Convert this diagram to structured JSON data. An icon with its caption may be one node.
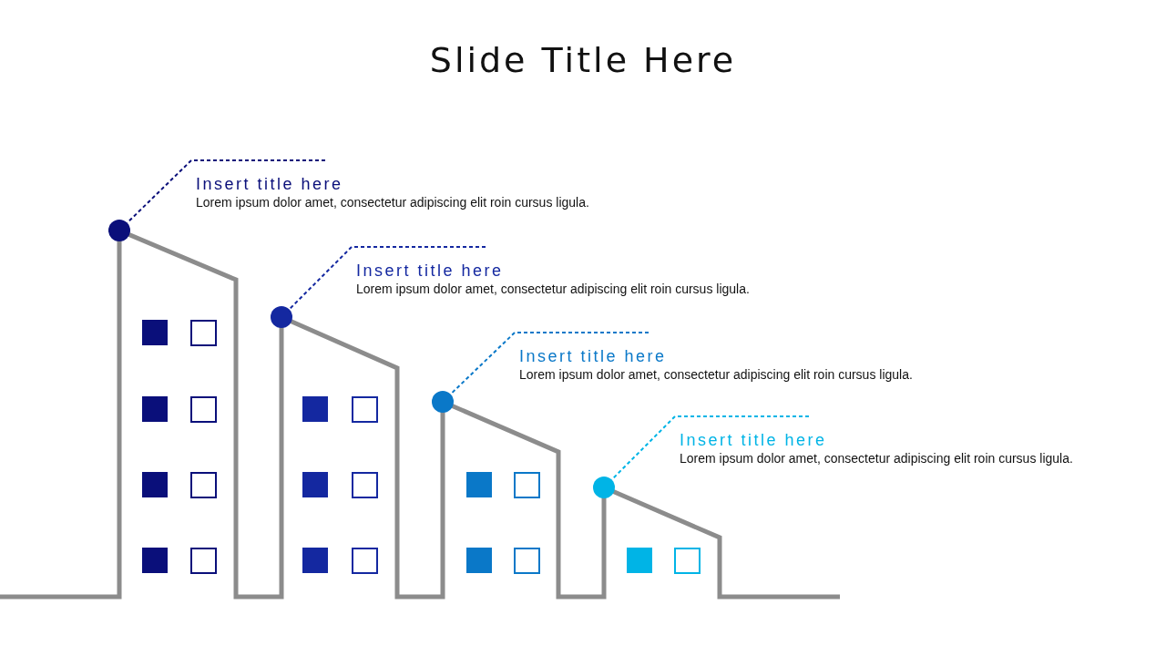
{
  "diagram": {
    "title": "Slide Title Here",
    "nodes": [
      {
        "text": [
          "Insert title here",
          "Lorem ipsum dolor amet, consectetur adipiscing elit roin cursus ligula."
        ]
      },
      {
        "text": [
          "Insert title here",
          "Lorem ipsum dolor amet, consectetur adipiscing elit roin cursus ligula."
        ]
      },
      {
        "text": [
          "Insert title here",
          "Lorem ipsum dolor amet, consectetur adipiscing elit roin cursus ligula."
        ]
      },
      {
        "text": [
          "Insert title here",
          "Lorem ipsum dolor amet, consectetur adipiscing elit roin cursus ligula."
        ]
      },
      {
        "text": [],
        "shape": "circle"
      },
      {
        "text": [],
        "shape": "circle"
      },
      {
        "text": [],
        "shape": "circle"
      },
      {
        "text": [],
        "shape": "circle"
      }
    ],
    "edges": [
      {
        "from": 0,
        "to": 4,
        "arrow": "none",
        "style": "dashed",
        "color": "#0a0f7a"
      },
      {
        "from": 1,
        "to": 5,
        "arrow": "none",
        "style": "dashed",
        "color": "#1428a0"
      },
      {
        "from": 2,
        "to": 6,
        "arrow": "none",
        "style": "dashed",
        "color": "#0a78c8"
      },
      {
        "from": 3,
        "to": 7,
        "arrow": "none",
        "style": "dashed",
        "color": "#00b4e6"
      }
    ]
  }
}
